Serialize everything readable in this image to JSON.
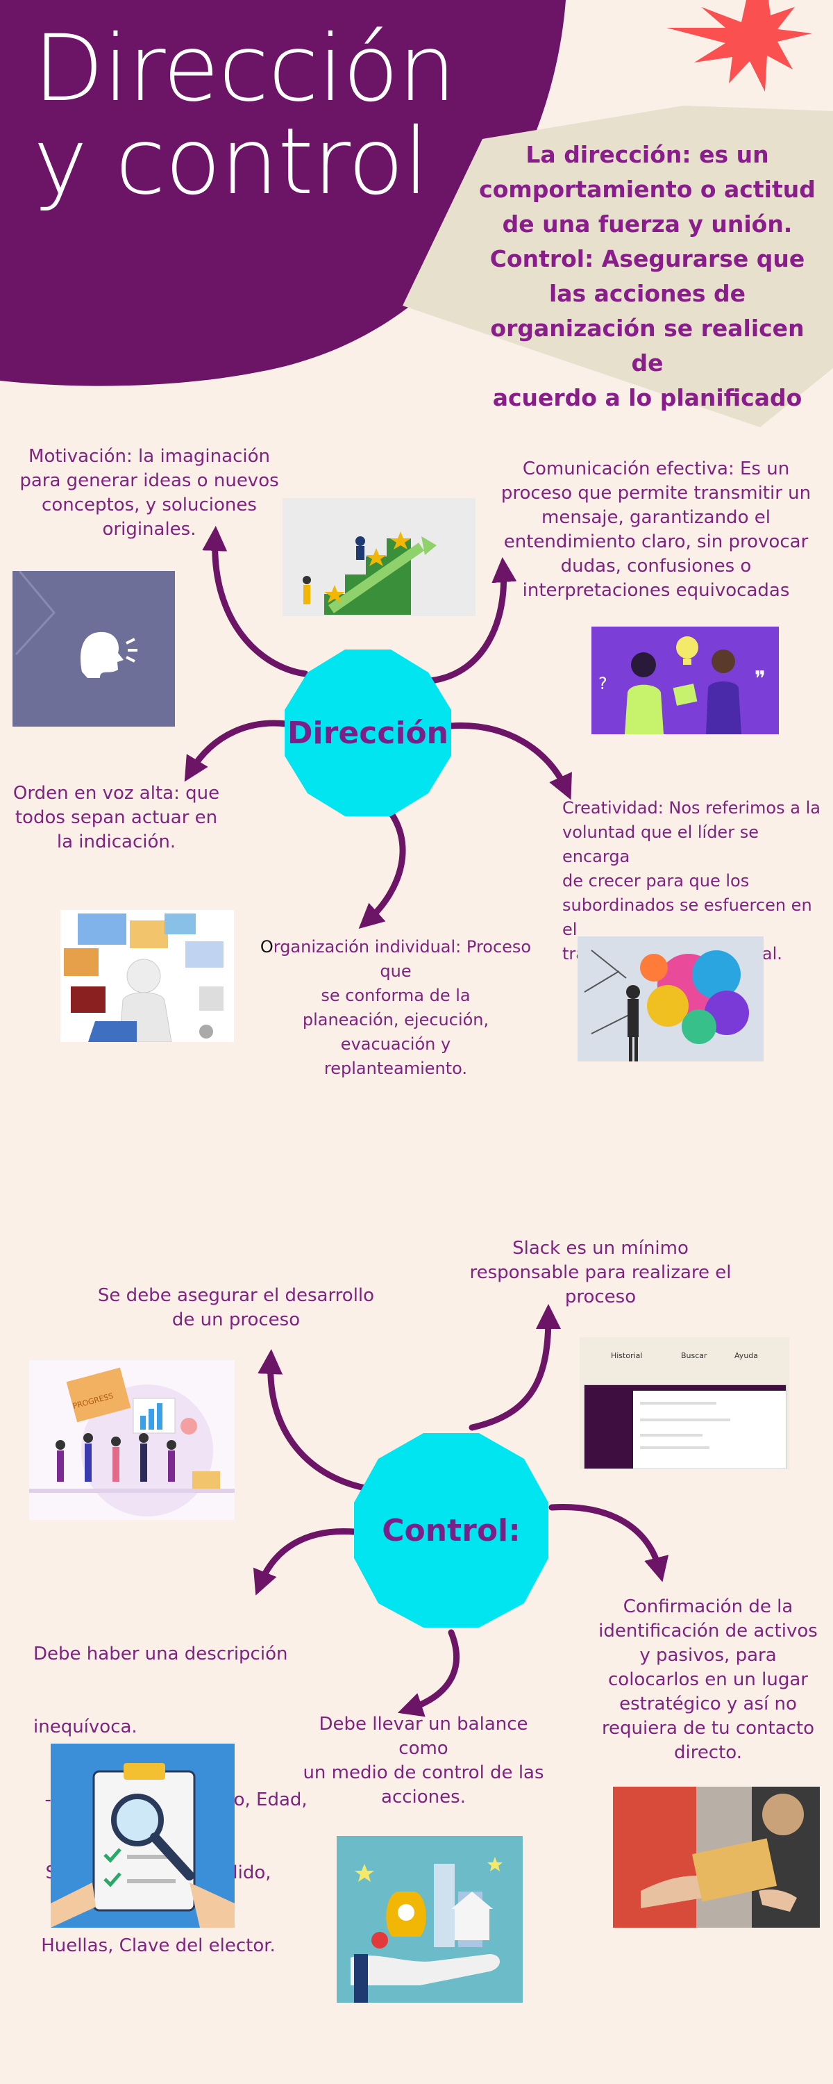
{
  "title": {
    "line1": "Dirección",
    "line2": "y control"
  },
  "definitions": {
    "lines": [
      "La dirección: es un",
      "comportamiento o actitud",
      "de una fuerza y unión.",
      "Control:  Asegurarse que",
      "las acciones de",
      "organización se realicen de",
      "acuerdo a lo planificado"
    ]
  },
  "direccion": {
    "hub_label": "Dirección",
    "motivacion": [
      "Motivación: la imaginación",
      "para generar ideas o nuevos",
      "conceptos, y soluciones",
      "originales."
    ],
    "comunicacion": [
      "Comunicación efectiva: Es un",
      "proceso que permite transmitir un",
      "mensaje, garantizando el",
      "entendimiento claro, sin provocar",
      "dudas, confusiones o",
      "interpretaciones equivocadas"
    ],
    "orden": [
      "Orden en voz alta: que",
      "todos sepan actuar en",
      "la indicación."
    ],
    "creatividad": [
      "Creatividad: Nos referimos a la",
      "voluntad que el líder se encarga",
      "de crecer para que los",
      "subordinados se esfuercen en el",
      "trabajo o área profesional."
    ],
    "organizacion_first": "O",
    "organizacion": [
      "rganización individual: Proceso que",
      "se conforma de la",
      "planeación, ejecución,",
      "evacuación y",
      "replanteamiento."
    ]
  },
  "control": {
    "hub_label": "Control:",
    "desarrollo": [
      "Se debe asegurar el desarrollo",
      "de un proceso"
    ],
    "slack": [
      "Slack es un mínimo",
      "responsable para realizare el",
      "proceso"
    ],
    "descripcion": [
      "Debe haber una descripción",
      "inequívoca.",
      "  - Fecha de nacimiento, Edad,",
      "Sexo, Nombre y apellido,",
      "Huellas, Clave del elector."
    ],
    "balance": [
      "Debe llevar un balance como",
      "un medio de control de las",
      "acciones."
    ],
    "confirmacion": [
      "Confirmación de la",
      "identificación de activos",
      "y pasivos, para",
      "colocarlos en un lugar",
      "estratégico y así no",
      "requiera de tu contacto",
      "directo."
    ],
    "slack_screen": {
      "menu": [
        "Historial",
        "Buscar",
        "Ayuda"
      ]
    },
    "progress_label": "PROGRESS"
  },
  "colors": {
    "purple": "#6c1466",
    "cyan": "#00e5ef",
    "beige": "#e6e0cc",
    "accent_red": "#fa5050"
  }
}
